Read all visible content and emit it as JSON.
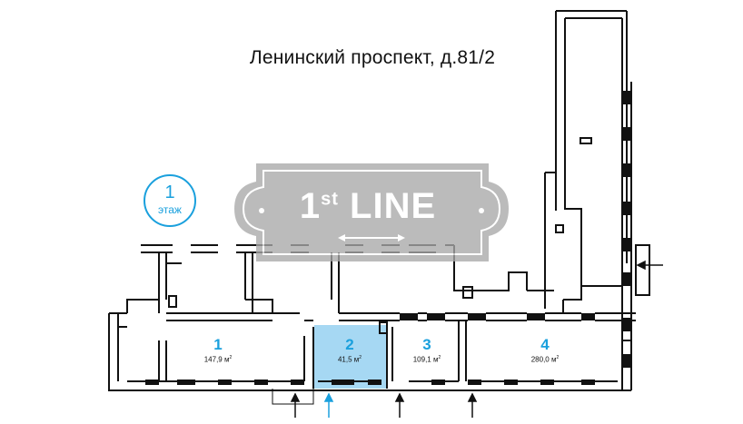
{
  "title": "Ленинский проспект, д.81/2",
  "floor_badge": {
    "number": "1",
    "label": "этаж"
  },
  "units": [
    {
      "number": "1",
      "area": "147,9 м",
      "unit_sup": "2",
      "highlighted": false
    },
    {
      "number": "2",
      "area": "41,5 м",
      "unit_sup": "2",
      "highlighted": true
    },
    {
      "number": "3",
      "area": "109,1 м",
      "unit_sup": "2",
      "highlighted": false
    },
    {
      "number": "4",
      "area": "280,0 м",
      "unit_sup": "2",
      "highlighted": false
    }
  ],
  "watermark": {
    "lead": "1",
    "sup": "st",
    "tail": " LINE"
  },
  "colors": {
    "accent": "#1aa0dd",
    "highlight_fill": "#a6d8f3",
    "wall": "#111111",
    "watermark": "#a9a9a9"
  }
}
